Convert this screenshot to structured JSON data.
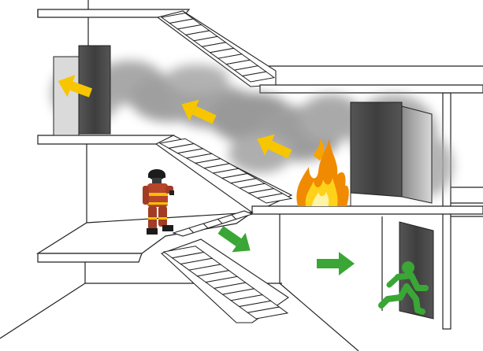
{
  "scene": {
    "subject": "stairwell-fire-escape",
    "colors": {
      "background": "#ffffff",
      "structure_stroke": "#222222",
      "slab_fill": "#ffffff",
      "door_dark": "#4a4a4a",
      "door_mid": "#6b6b6b",
      "smoke": "#8c8c8c",
      "smoke_arrow": "#f7c600",
      "escape_arrow": "#3aa635",
      "exit_figure": "#3aa635",
      "flame_outer": "#f08a00",
      "flame_inner": "#ffd21a",
      "firefighter_suit": "#b8452a",
      "firefighter_trim": "#f2c200"
    },
    "smoke_arrows": [
      {
        "name": "smoke-arrow-door",
        "direction": "left"
      },
      {
        "name": "smoke-arrow-upper-stair",
        "direction": "up-left"
      },
      {
        "name": "smoke-arrow-fire",
        "direction": "up-left"
      }
    ],
    "escape_arrows": [
      {
        "name": "escape-arrow-down-stairs",
        "direction": "down-right"
      },
      {
        "name": "escape-arrow-exit",
        "direction": "right"
      }
    ],
    "icons": [
      "fire-icon",
      "firefighter-figure",
      "running-exit-figure-icon",
      "smoke-cloud"
    ]
  }
}
